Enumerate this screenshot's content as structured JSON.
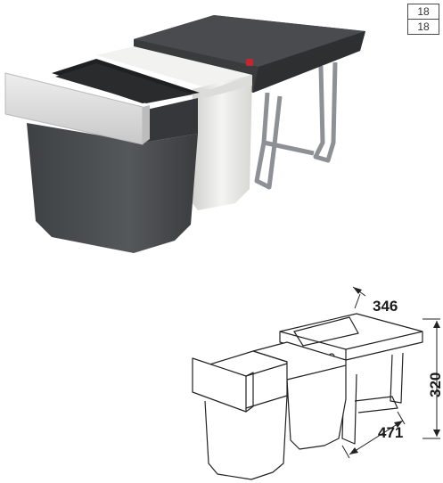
{
  "page_tag": [
    "18",
    "18"
  ],
  "drawing": {
    "dimensions": {
      "width": "346",
      "height": "320",
      "depth": "471"
    }
  },
  "colors": {
    "dark_bin": "#4a4d4f",
    "light_bin": "#e9e9e7",
    "front_panel": "#dcdcdc",
    "frame": "#8d9196",
    "lid": "#3a3b3d",
    "accent": "#c2272d"
  }
}
